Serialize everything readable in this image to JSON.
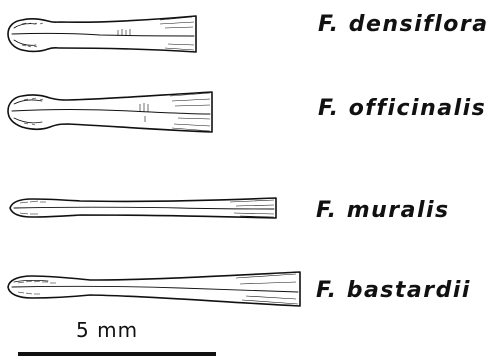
{
  "species": [
    {
      "label": "F. densiflora"
    },
    {
      "label": "F. officinalis"
    },
    {
      "label": "F. muralis"
    },
    {
      "label": "F. bastardii"
    }
  ],
  "scale": {
    "label": "5 mm"
  }
}
